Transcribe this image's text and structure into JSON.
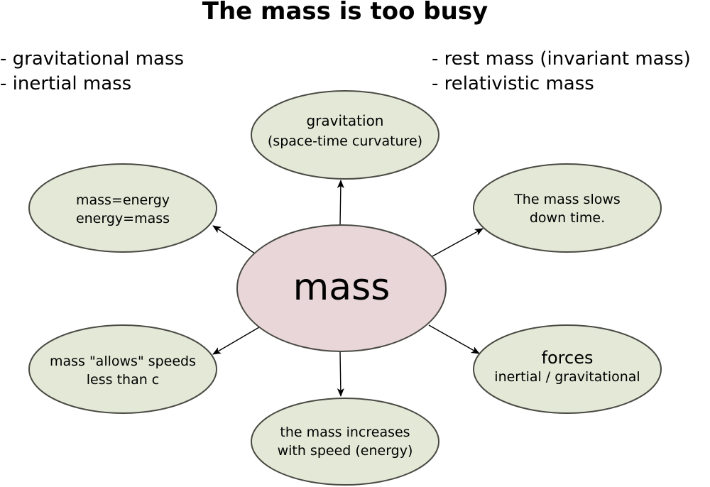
{
  "title": "The mass is too busy",
  "notes_left": [
    "- gravitational mass",
    "- inertial mass"
  ],
  "notes_right": [
    "- rest mass (invariant mass)",
    "- relativistic mass"
  ],
  "center": {
    "label": "mass"
  },
  "nodes": {
    "top": {
      "line1": "gravitation",
      "line2": "(space-time curvature)"
    },
    "upper_left": {
      "line1": "mass=energy",
      "line2": "energy=mass"
    },
    "upper_right": {
      "line1": "The mass slows",
      "line2": "down time."
    },
    "lower_left": {
      "line1": "mass \"allows\" speeds",
      "line2": "less than c"
    },
    "lower_right": {
      "line1": "forces",
      "line2": "inertial / gravitational"
    },
    "bottom": {
      "line1": "the mass increases",
      "line2": "with speed (energy)"
    }
  },
  "colors": {
    "center_fill": "#e8d6d8",
    "node_fill": "#e4e8d7",
    "stroke": "#4a4a44",
    "arrow": "#000000"
  }
}
